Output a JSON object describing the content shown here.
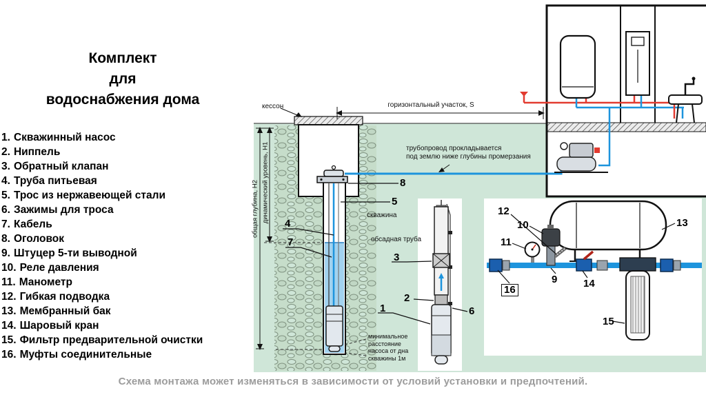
{
  "title": "Комплект\nдля\nводоснабжения дома",
  "parts": [
    {
      "num": "1.",
      "label": "Скважинный насос"
    },
    {
      "num": "2.",
      "label": "Ниппель"
    },
    {
      "num": "3.",
      "label": "Обратный клапан"
    },
    {
      "num": "4.",
      "label": "Труба питьевая"
    },
    {
      "num": "5.",
      "label": "Трос из нержавеющей стали"
    },
    {
      "num": "6.",
      "label": "Зажимы для троса"
    },
    {
      "num": "7.",
      "label": "Кабель"
    },
    {
      "num": "8.",
      "label": "Оголовок"
    },
    {
      "num": "9.",
      "label": "Штуцер 5-ти выводной"
    },
    {
      "num": "10.",
      "label": "Реле давления"
    },
    {
      "num": "11.",
      "label": "Манометр"
    },
    {
      "num": "12.",
      "label": "Гибкая подводка"
    },
    {
      "num": "13.",
      "label": "Мембранный бак"
    },
    {
      "num": "14.",
      "label": "Шаровый кран"
    },
    {
      "num": "15.",
      "label": "Фильтр предварительной очистки"
    },
    {
      "num": "16.",
      "label": "Муфты соединительные"
    }
  ],
  "diagram": {
    "kesson": "кессон",
    "horizontal_section": "горизонтальный участок, S",
    "pipeline_note": "трубопровод прокладывается\nпод землю ниже глубины промерзания",
    "well": "скважина",
    "casing": "обсадная труба",
    "total_depth": "общая глубина, Н2",
    "dynamic_level": "динамический уровень, Н1",
    "min_distance": "минимальное\nрасстояние\nнасоса от дна\nскважины 1м"
  },
  "callouts": {
    "c1": "1",
    "c2": "2",
    "c3": "3",
    "c4": "4",
    "c5": "5",
    "c6": "6",
    "c7": "7",
    "c8": "8",
    "c9": "9",
    "c10": "10",
    "c11": "11",
    "c12": "12",
    "c13": "13",
    "c14": "14",
    "c15": "15",
    "c16": "16"
  },
  "footer": "Схема монтажа может изменяться в зависимости от условий установки и предпочтений.",
  "colors": {
    "ground_green": "#cfe6d8",
    "pipe_blue": "#1d94dd",
    "pipe_red": "#e23b30",
    "water_blue": "#a2d2ef",
    "footer_gray": "#9c9c9c"
  }
}
